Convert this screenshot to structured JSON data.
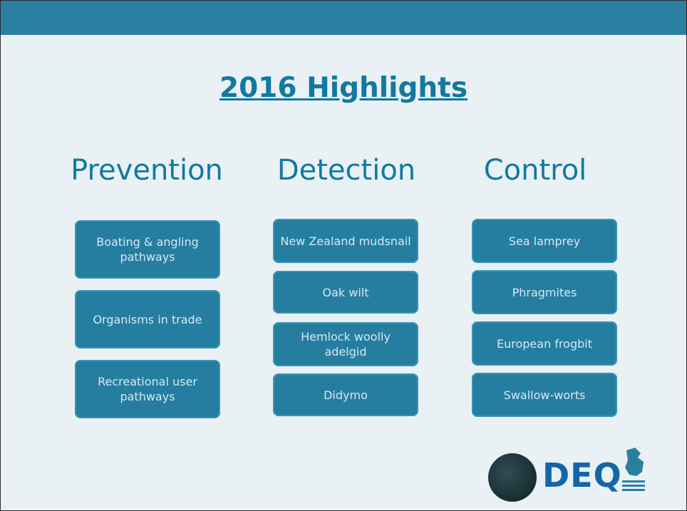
{
  "title": "2016 Highlights",
  "columns": [
    {
      "heading": "Prevention",
      "items": [
        "Boating & angling pathways",
        "Organisms in trade",
        "Recreational user pathways"
      ]
    },
    {
      "heading": "Detection",
      "items": [
        "New Zealand mudsnail",
        "Oak wilt",
        "Hemlock woolly adelgid",
        "Didymo"
      ]
    },
    {
      "heading": "Control",
      "items": [
        "Sea lamprey",
        "Phragmites",
        "European frogbit",
        "Swallow-worts"
      ]
    }
  ],
  "logo_text": "DEQ",
  "colors": {
    "accent": "#13799f",
    "box": "#257ea0",
    "bar": "#2a7fa0"
  }
}
